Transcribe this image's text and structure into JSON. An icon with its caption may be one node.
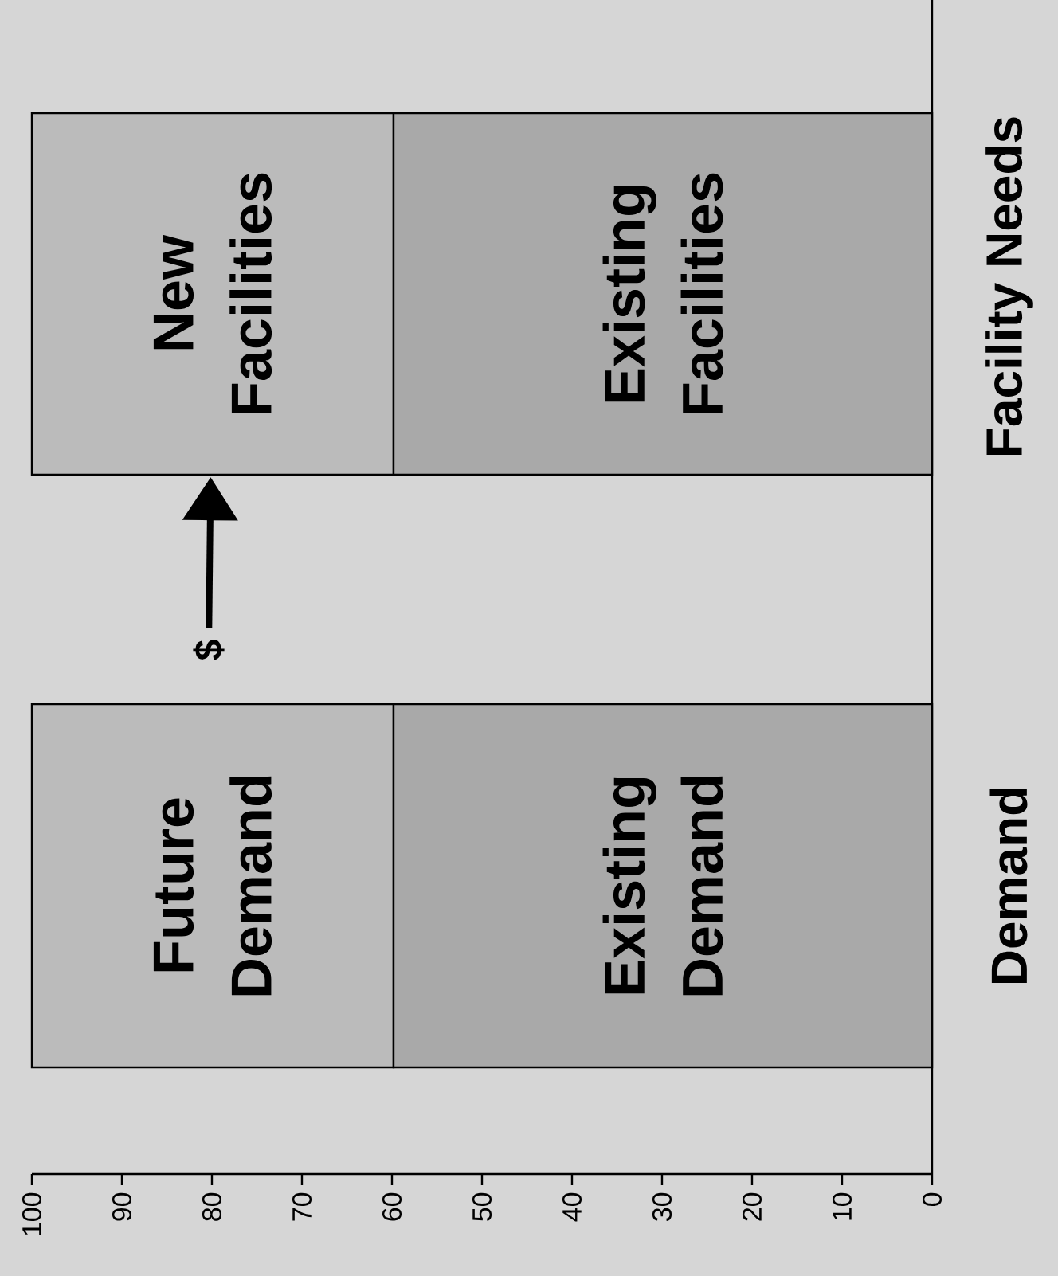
{
  "diagram": {
    "nodes": [
      {
        "text": [
          "New Facilities"
        ]
      },
      {
        "text": [
          "Existing Facilities"
        ]
      },
      {
        "text": [
          "Future Demand"
        ]
      },
      {
        "text": [
          "Existing Demand"
        ]
      },
      {
        "text": [
          "$"
        ]
      }
    ],
    "edges": [
      {
        "from": 4,
        "to": 0,
        "arrow": "to"
      }
    ],
    "labels": [
      "Facility Needs",
      "Demand",
      "100",
      "90",
      "80",
      "70",
      "60",
      "50",
      "40",
      "30",
      "20",
      "10",
      "0"
    ]
  }
}
